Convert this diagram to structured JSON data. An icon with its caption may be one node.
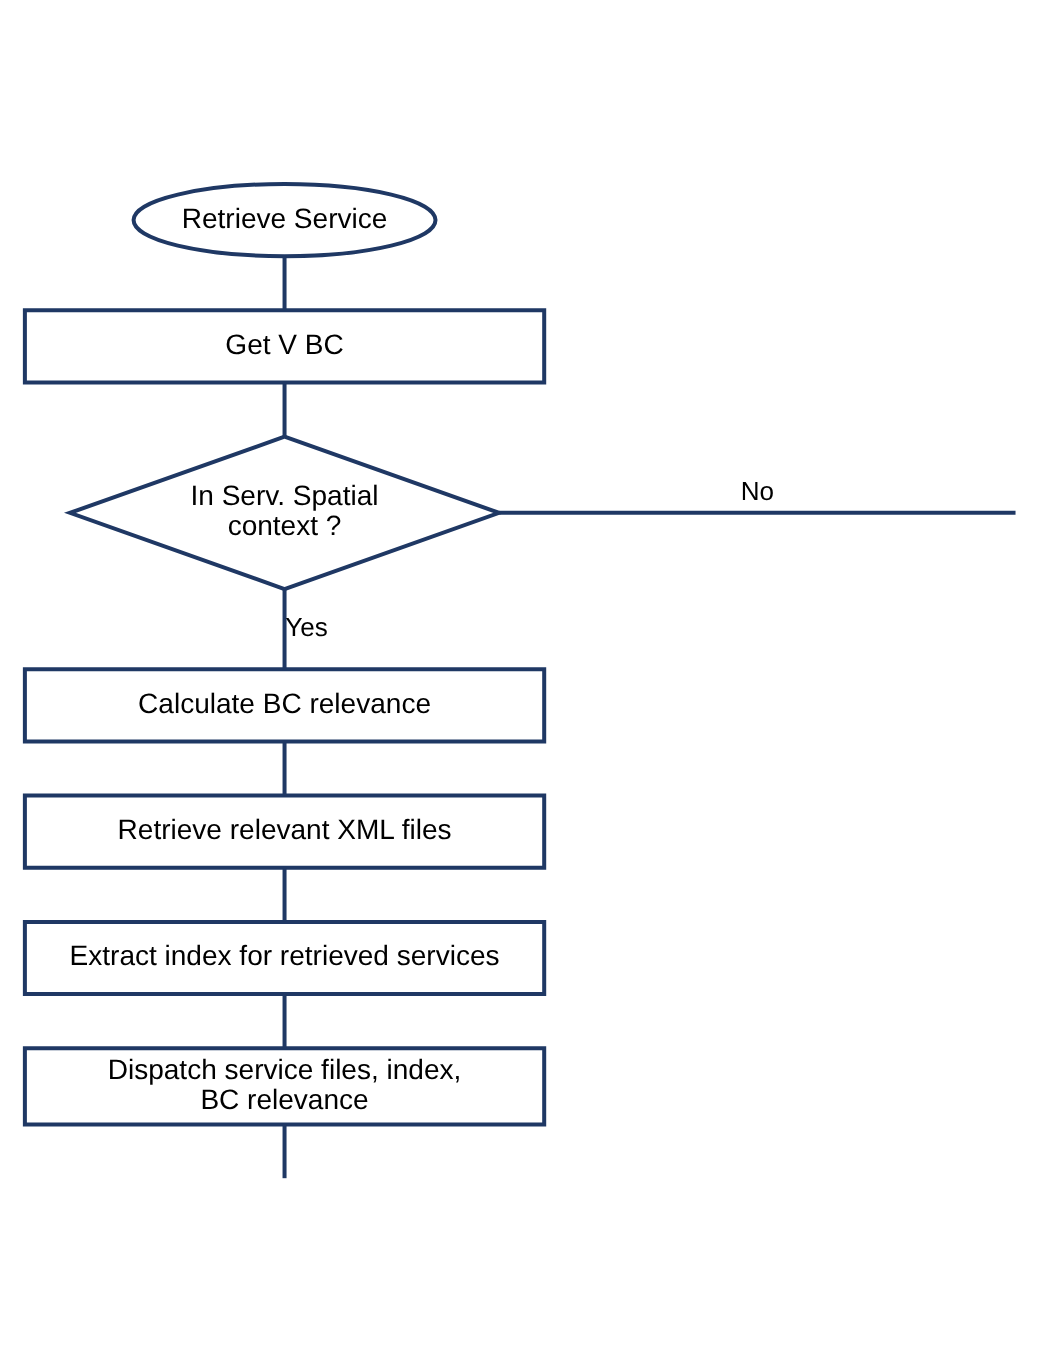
{
  "diagram": {
    "nodes": [
      {
        "text": [
          "Retrieve Service"
        ]
      },
      {
        "text": [
          "Get V BC"
        ]
      },
      {
        "text": [
          "In Serv. Spatial context ?"
        ]
      },
      {
        "text": [
          "Calculate BC relevance"
        ]
      },
      {
        "text": [
          "Retrieve relevant XML files"
        ]
      },
      {
        "text": [
          "Extract index for retrieved services"
        ]
      },
      {
        "text": [
          "Dispatch service files, index, BC relevance"
        ]
      }
    ],
    "edges": [
      {
        "from": 0,
        "to": 1,
        "arrow": "none"
      },
      {
        "from": 1,
        "to": 2,
        "arrow": "none"
      },
      {
        "from": 2,
        "to": null,
        "label": "No",
        "arrow": "none"
      },
      {
        "from": 2,
        "to": 3,
        "label": "Yes",
        "arrow": "none"
      },
      {
        "from": 3,
        "to": 4,
        "arrow": "none"
      },
      {
        "from": 4,
        "to": 5,
        "arrow": "none"
      },
      {
        "from": 5,
        "to": 6,
        "arrow": "none"
      },
      {
        "from": 6,
        "to": null,
        "arrow": "none"
      }
    ]
  }
}
